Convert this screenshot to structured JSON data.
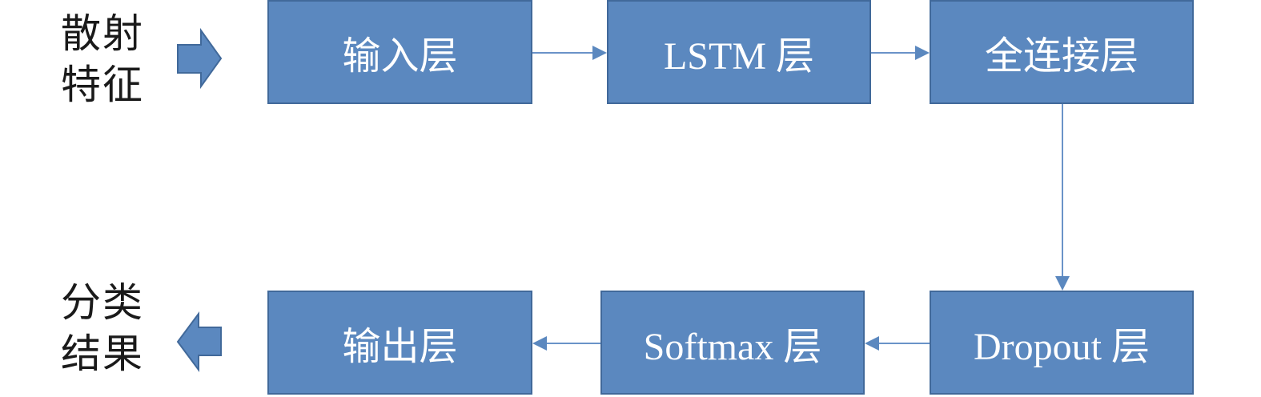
{
  "input_label": {
    "line1": "散射",
    "line2": "特征"
  },
  "output_label": {
    "line1": "分类",
    "line2": "结果"
  },
  "nodes": {
    "input": "输入层",
    "lstm": "LSTM 层",
    "fully_connected": "全连接层",
    "dropout": "Dropout 层",
    "softmax": "Softmax 层",
    "output": "输出层"
  },
  "colors": {
    "node_fill": "#5b88bf",
    "node_border": "#41699a",
    "connector": "#6a93c8",
    "block_arrow": "#5b88bf"
  }
}
